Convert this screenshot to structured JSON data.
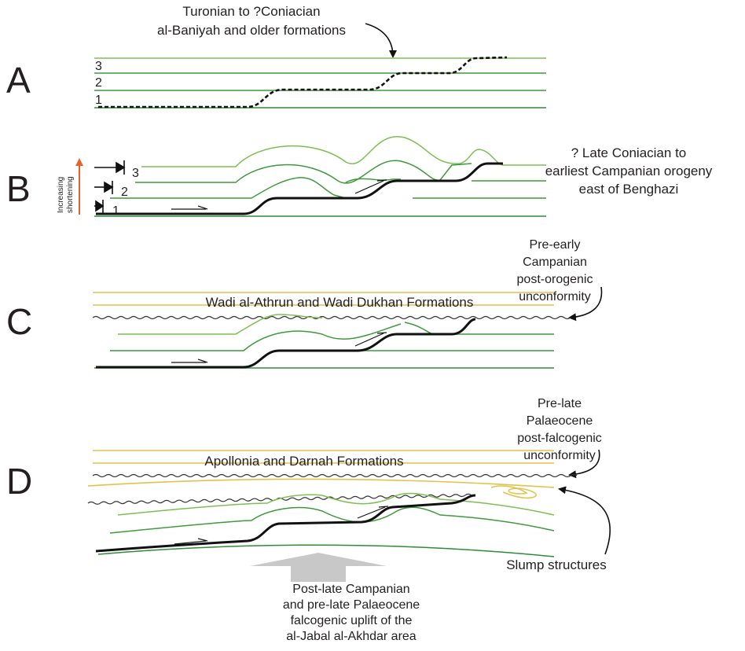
{
  "panels": {
    "a": {
      "letter": "A",
      "layers": [
        "3",
        "2",
        "1"
      ],
      "note_lines": [
        "Turonian to ?Coniacian",
        "al-Baniyah and older formations"
      ]
    },
    "b": {
      "letter": "B",
      "layers": [
        "3",
        "2",
        "1"
      ],
      "axis_lines": [
        "Increasing",
        "shortening"
      ],
      "note_lines": [
        "? Late Coniacian to",
        "earliest Campanian orogeny",
        "east of Benghazi"
      ]
    },
    "c": {
      "letter": "C",
      "formation": "Wadi al-Athrun and Wadi Dukhan Formations",
      "note_lines": [
        "Pre-early",
        "Campanian",
        "post-orogenic",
        "unconformity"
      ]
    },
    "d": {
      "letter": "D",
      "formation": "Apollonia and Darnah Formations",
      "note_lines": [
        "Pre-late",
        "Palaeocene",
        "post-falcogenic",
        "unconformity"
      ],
      "slump": "Slump structures"
    }
  },
  "uplift_lines": [
    "Post-late Campanian",
    "and pre-late Palaeocene",
    "falcogenic uplift of the",
    "al-Jabal al-Akhdar area"
  ],
  "colors": {
    "green_light": "#7dbf52",
    "green_mid": "#3f9a3c",
    "green_dark": "#2e8b36",
    "yellow": "#e3c24a",
    "arrow_orange": "#e8632b",
    "uplift_grey": "#c8c8c8"
  }
}
